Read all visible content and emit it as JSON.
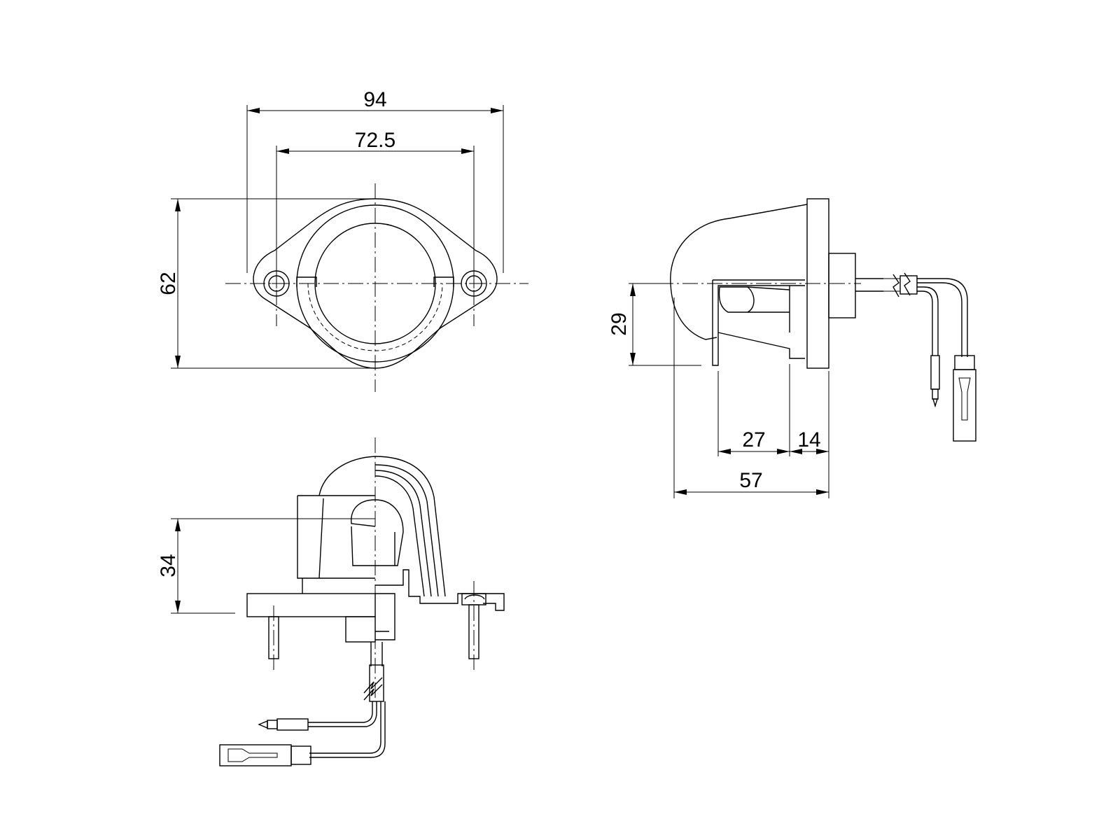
{
  "dimensions": {
    "overall_width": "94",
    "hole_spacing": "72.5",
    "overall_height": "62",
    "side_depth": "29",
    "base_depth": "27",
    "flange_thickness": "14",
    "overall_depth": "57",
    "body_height": "34"
  },
  "colors": {
    "line": "#000000",
    "background": "#ffffff"
  }
}
